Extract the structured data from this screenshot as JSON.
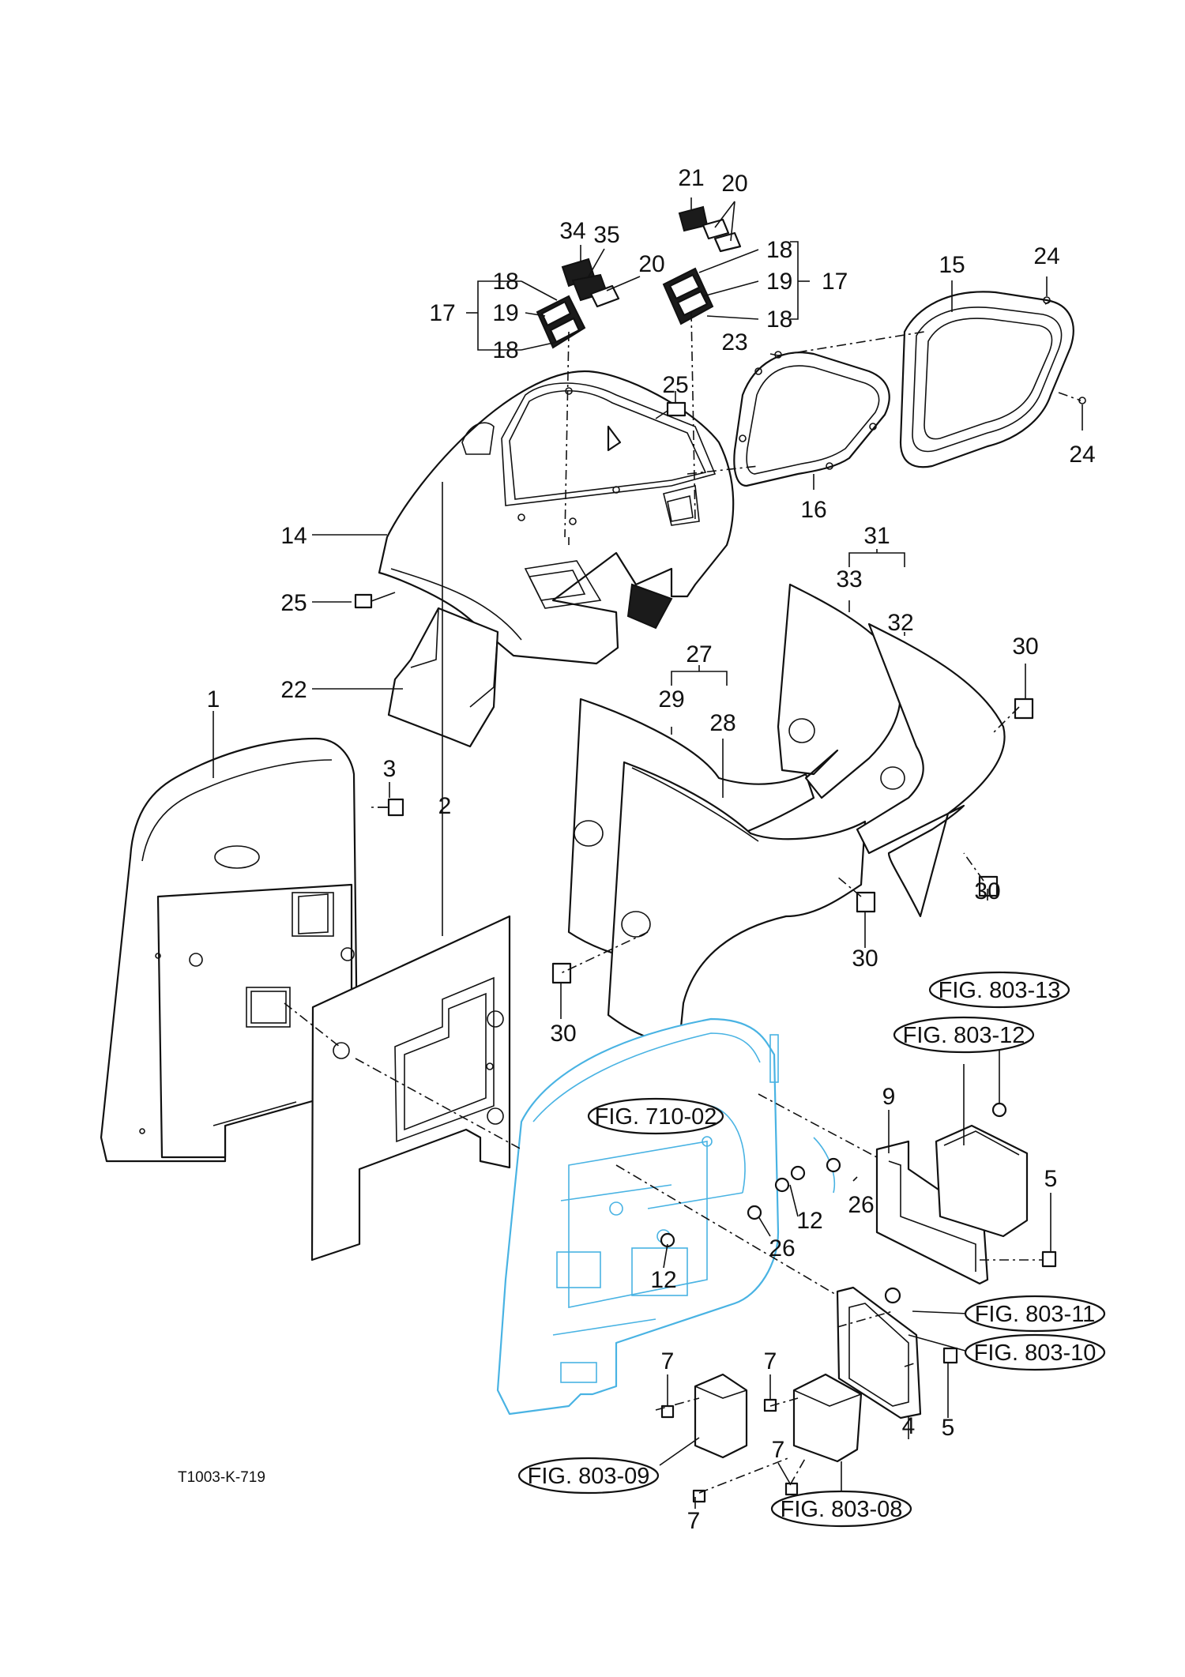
{
  "diagram": {
    "drawing_code": "T1003-K-719",
    "callouts": {
      "n1": "1",
      "n2": "2",
      "n3": "3",
      "n4": "4",
      "n5a": "5",
      "n5b": "5",
      "n7a": "7",
      "n7b": "7",
      "n7c": "7",
      "n7d": "7",
      "n9": "9",
      "n12a": "12",
      "n12b": "12",
      "n14": "14",
      "n15": "15",
      "n16": "16",
      "n17a": "17",
      "n17b": "17",
      "n18a": "18",
      "n18b": "18",
      "n18c": "18",
      "n18d": "18",
      "n19a": "19",
      "n19b": "19",
      "n20a": "20",
      "n20b": "20",
      "n21": "21",
      "n22": "22",
      "n23": "23",
      "n24a": "24",
      "n24b": "24",
      "n25a": "25",
      "n25b": "25",
      "n26a": "26",
      "n26b": "26",
      "n27": "27",
      "n28": "28",
      "n29": "29",
      "n30a": "30",
      "n30b": "30",
      "n30c": "30",
      "n30d": "30",
      "n31": "31",
      "n32": "32",
      "n33": "33",
      "n34": "34",
      "n35": "35"
    },
    "figure_refs": {
      "f710_02": "FIG. 710-02",
      "f803_13": "FIG. 803-13",
      "f803_12": "FIG. 803-12",
      "f803_11": "FIG. 803-11",
      "f803_10": "FIG. 803-10",
      "f803_09": "FIG. 803-09",
      "f803_08": "FIG. 803-08"
    },
    "colors": {
      "line": "#111111",
      "highlight": "#49b3e3",
      "background": "#ffffff"
    }
  }
}
